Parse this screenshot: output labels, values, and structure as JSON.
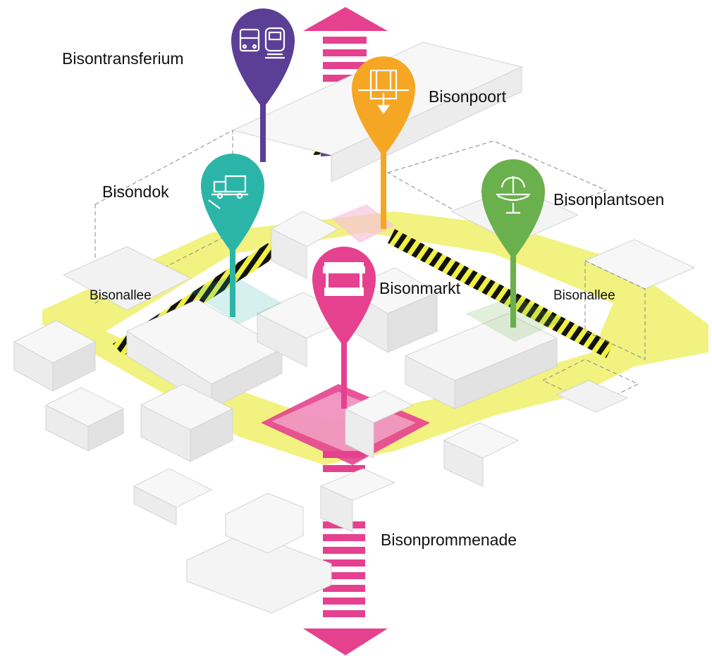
{
  "labels": {
    "transferium": "Bisontransferium",
    "poort": "Bisonpoort",
    "dok": "Bisondok",
    "plantsoen": "Bisonplantsoen",
    "markt": "Bisonmarkt",
    "allee_left": "Bisonallee",
    "allee_right": "Bisonallee",
    "promenade": "Bisonprommenade"
  },
  "colors": {
    "transferium": "#5b3f96",
    "poort": "#f5a623",
    "dok": "#2bb5a8",
    "plantsoen": "#6ab04c",
    "markt": "#e5418f",
    "route_yellow": "#eef06a",
    "promenade_pink": "#e5418f"
  },
  "icons": {
    "transferium": "bus-and-train-icon",
    "poort": "gate-icon",
    "dok": "delivery-truck-icon",
    "plantsoen": "fountain-icon",
    "markt": "market-stall-icon"
  }
}
